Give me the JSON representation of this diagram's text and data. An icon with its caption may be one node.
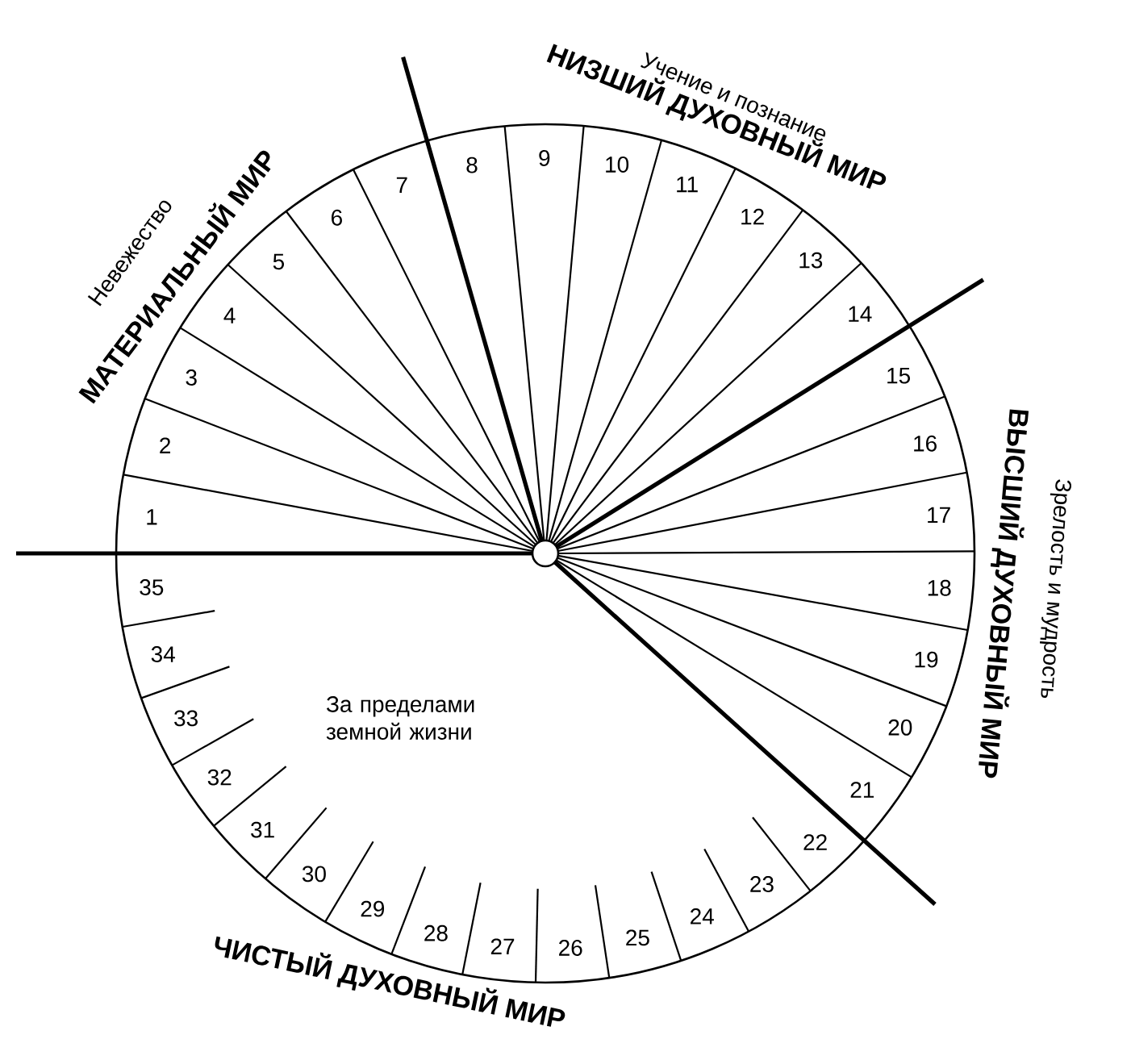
{
  "diagram": {
    "labels": [
      "Невежество",
      "МАТЕРИАЛЬНЫЙ МИР",
      "Учение и познание",
      "НИЗШИЙ ДУХОВНЫЙ МИР",
      "ВЫСШИЙ ДУХОВНЫЙ МИР",
      "Зрелость и мудрость",
      "За пределами земной жизни",
      "ЧИСТЫЙ ДУХОВНЫЙ МИР",
      "1",
      "2",
      "3",
      "4",
      "5",
      "6",
      "7",
      "8",
      "9",
      "10",
      "11",
      "12",
      "13",
      "14",
      "15",
      "16",
      "17",
      "18",
      "19",
      "20",
      "21",
      "22",
      "23",
      "24",
      "25",
      "26",
      "27",
      "28",
      "29",
      "30",
      "31",
      "32",
      "33",
      "34",
      "35"
    ]
  }
}
